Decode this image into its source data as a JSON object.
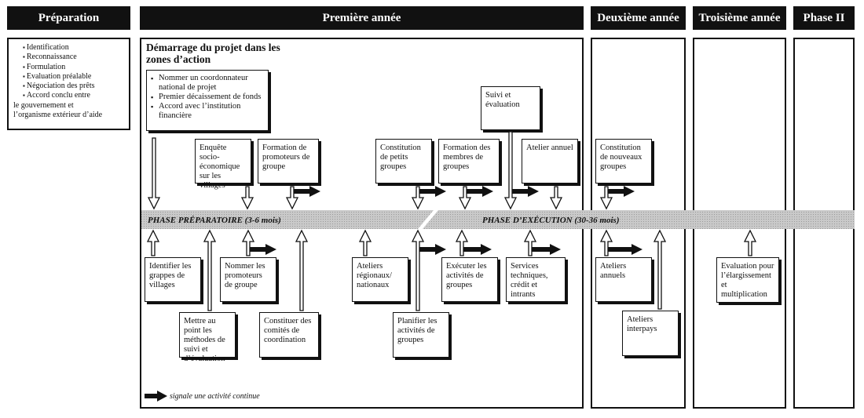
{
  "headers": {
    "preparation": "Préparation",
    "premiere_annee": "Première année",
    "deuxieme_annee": "Deuxième année",
    "troisieme_annee": "Troisième année",
    "phase2": "Phase II"
  },
  "preparation_items": [
    "Identification",
    "Reconnaissance",
    "Formulation",
    "Evaluation préalable",
    "Négociation des prêts",
    "Accord conclu entre",
    "le gouvernement et",
    "l’organisme extérieur d’aide"
  ],
  "demarrage_title": "Démarrage du projet dans les zones d’action",
  "phases": {
    "preparatoire": "PHASE PRÉPARATOIRE (3-6 mois)",
    "execution": "PHASE D’EXÉCUTION (30-36 mois)"
  },
  "boxes": {
    "nommer_coord": [
      "Nommer un coordonnateur national de projet",
      "Premier décaissement de fonds",
      "Accord avec l’institution financière"
    ],
    "enquete": "Enquête socio-économique sur les villages",
    "formation_promoteurs": "Formation de promoteurs de groupe",
    "suivi_evaluation": "Suivi et évaluation",
    "constitution_petits": "Constitution de petits groupes",
    "formation_membres": "Formation des membres de groupes",
    "atelier_annuel": "Atelier annuel",
    "constitution_nouveaux": "Constitution de nouveaux groupes",
    "identifier_grappes": "Identifier les grappes de villages",
    "mettre_au_point": "Mettre au point les méthodes de suivi et d’évaluation",
    "nommer_promoteurs": "Nommer les promoteurs de groupe",
    "constituer_comites": "Constituer des comités de coordination",
    "ateliers_regionaux": "Ateliers régionaux/ nationaux",
    "planifier": "Planifier les activités de groupes",
    "executer": "Exécuter les activités de groupes",
    "services": "Services techniques, crédit et intrants",
    "ateliers_annuels": "Ateliers annuels",
    "ateliers_interpays": "Ateliers interpays",
    "evaluation_elargissement": "Evaluation pour l’élargissement et multiplication"
  },
  "legend": "signale une activité continue"
}
